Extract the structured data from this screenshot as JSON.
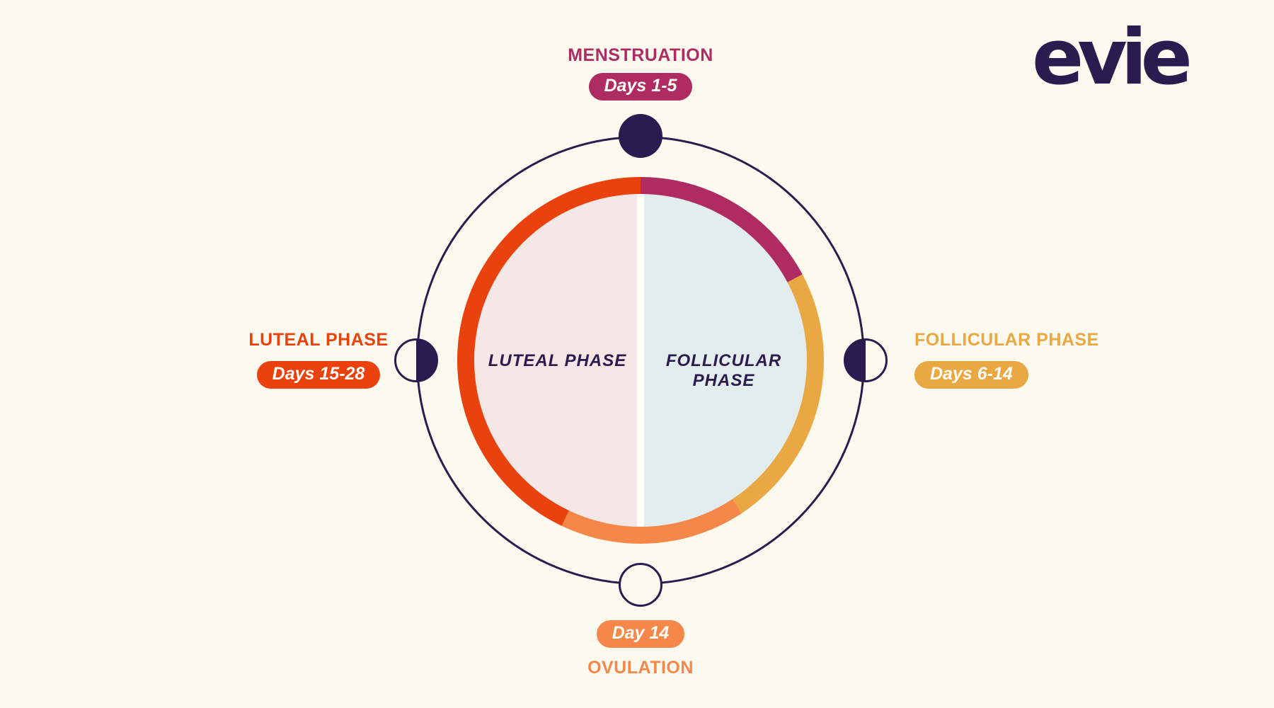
{
  "page": {
    "background": "#fcfaee",
    "title_implicit": "Menstrual cycle phases diagram"
  },
  "logo": {
    "text": "evie",
    "color": "#2b1b4e"
  },
  "chart_data": {
    "type": "pie",
    "subtype": "cycle-phase-ring",
    "total_days": 28,
    "series": [
      {
        "name": "MENSTRUATION",
        "days_label": "Days 1-5",
        "arc_deg": [
          0,
          62
        ],
        "color": "#ae2c61"
      },
      {
        "name": "FOLLICULAR PHASE",
        "days_label": "Days 6-14",
        "arc_deg": [
          62,
          146.5
        ],
        "color": "#e9a843"
      },
      {
        "name": "OVULATION",
        "days_label": "Day 14",
        "arc_deg": [
          146.5,
          205.5
        ],
        "color": "#f5874a"
      },
      {
        "name": "LUTEAL PHASE",
        "days_label": "Days 15-28",
        "arc_deg": [
          205.5,
          360
        ],
        "color": "#e9420e"
      }
    ],
    "legend_position": "around-circle",
    "title": ""
  },
  "phases": [
    {
      "id": "menstruation",
      "label": "MENSTRUATION",
      "days": "Days 1-5",
      "color": "#ae2c61",
      "arc": [
        0,
        62
      ]
    },
    {
      "id": "follicular",
      "label": "FOLLICULAR PHASE",
      "days": "Days 6-14",
      "color": "#e9a843",
      "arc": [
        62,
        146.5
      ]
    },
    {
      "id": "ovulation",
      "label": "OVULATION",
      "days": "Day 14",
      "color": "#f5874a",
      "arc": [
        146.5,
        205.5
      ]
    },
    {
      "id": "luteal",
      "label": "LUTEAL PHASE",
      "days": "Days 15-28",
      "color": "#e9420e",
      "arc": [
        205.5,
        360
      ]
    }
  ],
  "inner": {
    "left_label": "LUTEAL PHASE",
    "right_label": "FOLLICULAR PHASE",
    "left_bg": "#f4e7e5",
    "right_bg": "#e4eded",
    "divider_color": "#fdfcf5",
    "text_color": "#2b1b4e"
  },
  "diagram": {
    "outline_color": "#2b1b4e",
    "node_color": "#2b1b4e",
    "node_hole_color": "#fcfaee",
    "nodes": [
      {
        "position": "top",
        "fill": "full"
      },
      {
        "position": "right",
        "fill": "half-left"
      },
      {
        "position": "bottom",
        "fill": "empty"
      },
      {
        "position": "left",
        "fill": "half-right"
      }
    ]
  }
}
